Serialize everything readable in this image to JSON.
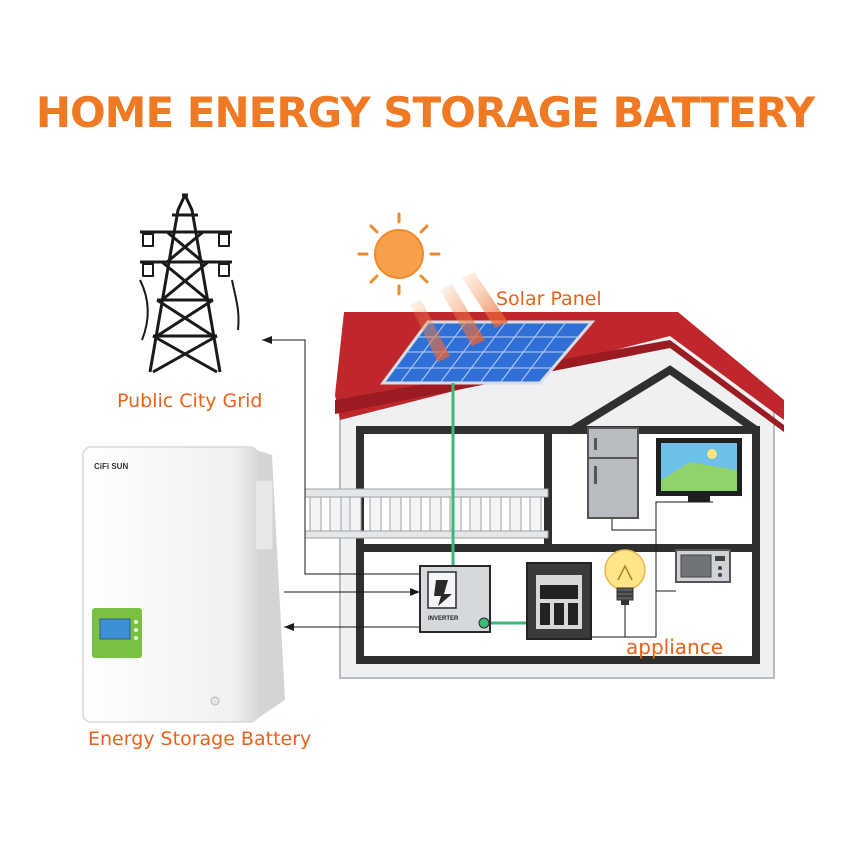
{
  "title": "HOME ENERGY STORAGE BATTERY",
  "labels": {
    "grid": "Public City Grid",
    "solar": "Solar Panel",
    "appliance": "appliance",
    "battery": "Energy Storage Battery",
    "inverter": "INVERTER",
    "brand": "CiFi SUN"
  },
  "colors": {
    "title": "#f07a24",
    "label": "#e8621b",
    "roof": "#c0272d",
    "panel": "#2f6fd6",
    "green_wire": "#3cb878",
    "battery_screen": "#7ac143"
  }
}
